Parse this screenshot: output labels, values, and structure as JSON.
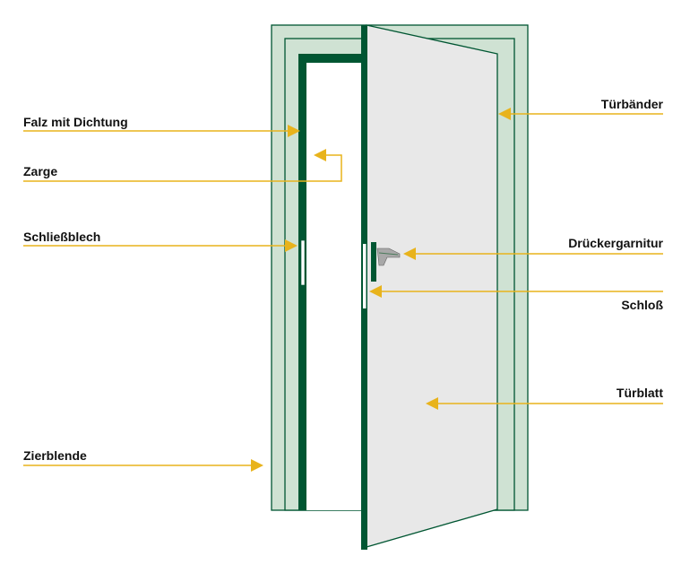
{
  "labels": {
    "falz": "Falz mit Dichtung",
    "zarge": "Zarge",
    "schliessblech": "Schließblech",
    "zierblende": "Zierblende",
    "tuerbaender": "Türbänder",
    "druecker": "Drückergarnitur",
    "schloss": "Schloß",
    "tuerblatt": "Türblatt"
  },
  "colors": {
    "frame_outer": "#cfe2d3",
    "frame_inner": "#005632",
    "door_leaf": "#e8e8e8",
    "callout": "#e8b31c",
    "text": "#111111"
  }
}
